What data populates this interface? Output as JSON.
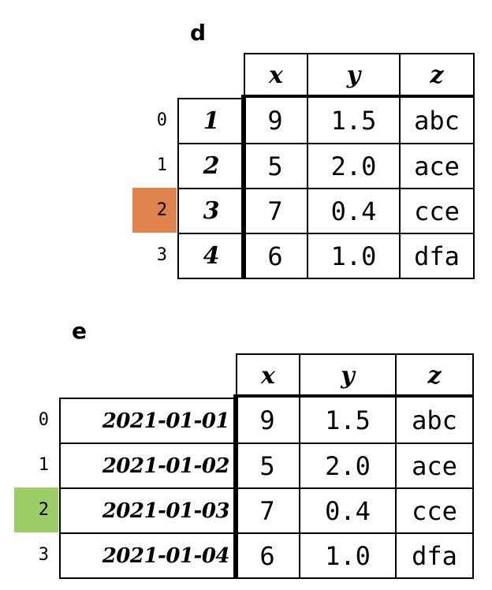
{
  "colors": {
    "highlight_d": "#e0824b",
    "highlight_e": "#9ccd66"
  },
  "table_d": {
    "title": "d",
    "columns": [
      "x",
      "y",
      "z"
    ],
    "row_labels": [
      "0",
      "1",
      "2",
      "3"
    ],
    "index": [
      "1",
      "2",
      "3",
      "4"
    ],
    "rows": [
      [
        "9",
        "1.5",
        "abc"
      ],
      [
        "5",
        "2.0",
        "ace"
      ],
      [
        "7",
        "0.4",
        "cce"
      ],
      [
        "6",
        "1.0",
        "dfa"
      ]
    ],
    "highlighted_row": 2
  },
  "table_e": {
    "title": "e",
    "columns": [
      "x",
      "y",
      "z"
    ],
    "row_labels": [
      "0",
      "1",
      "2",
      "3"
    ],
    "index": [
      "2021-01-01",
      "2021-01-02",
      "2021-01-03",
      "2021-01-04"
    ],
    "rows": [
      [
        "9",
        "1.5",
        "abc"
      ],
      [
        "5",
        "2.0",
        "ace"
      ],
      [
        "7",
        "0.4",
        "cce"
      ],
      [
        "6",
        "1.0",
        "dfa"
      ]
    ],
    "highlighted_row": 2
  }
}
